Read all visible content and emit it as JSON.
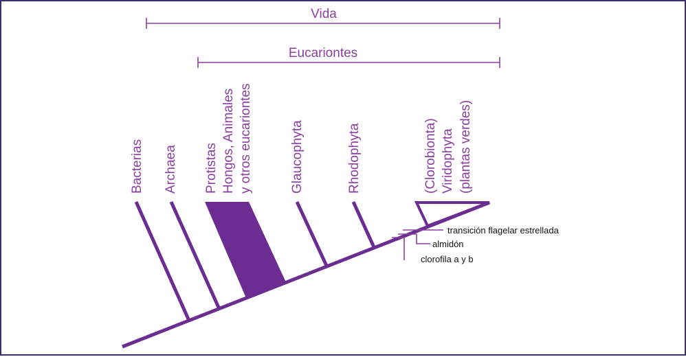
{
  "colors": {
    "branch": "#6b2d91",
    "label": "#8a3f9f",
    "bracket": "#8a3f9f",
    "frame": "#3a2e6b",
    "annotation_text": "#111111"
  },
  "brackets": {
    "vida": "Vida",
    "eucariontes": "Eucariontes"
  },
  "taxa": {
    "bacterias": [
      "Bacterias"
    ],
    "archaea": [
      "Archaea"
    ],
    "protistas": [
      "Protistas",
      "Hongos, Animales",
      "y otros eucariontes"
    ],
    "glaucophyta": [
      "Glaucophyta"
    ],
    "rhodophyta": [
      "Rhodophyta"
    ],
    "viridophyta": [
      "(Clorobionta)",
      "Viridophyta",
      "(plantas verdes)"
    ]
  },
  "characters": {
    "flagelar": "transición flagelar estrellada",
    "almidon": "almidón",
    "clorofila": "clorofila a y b"
  }
}
